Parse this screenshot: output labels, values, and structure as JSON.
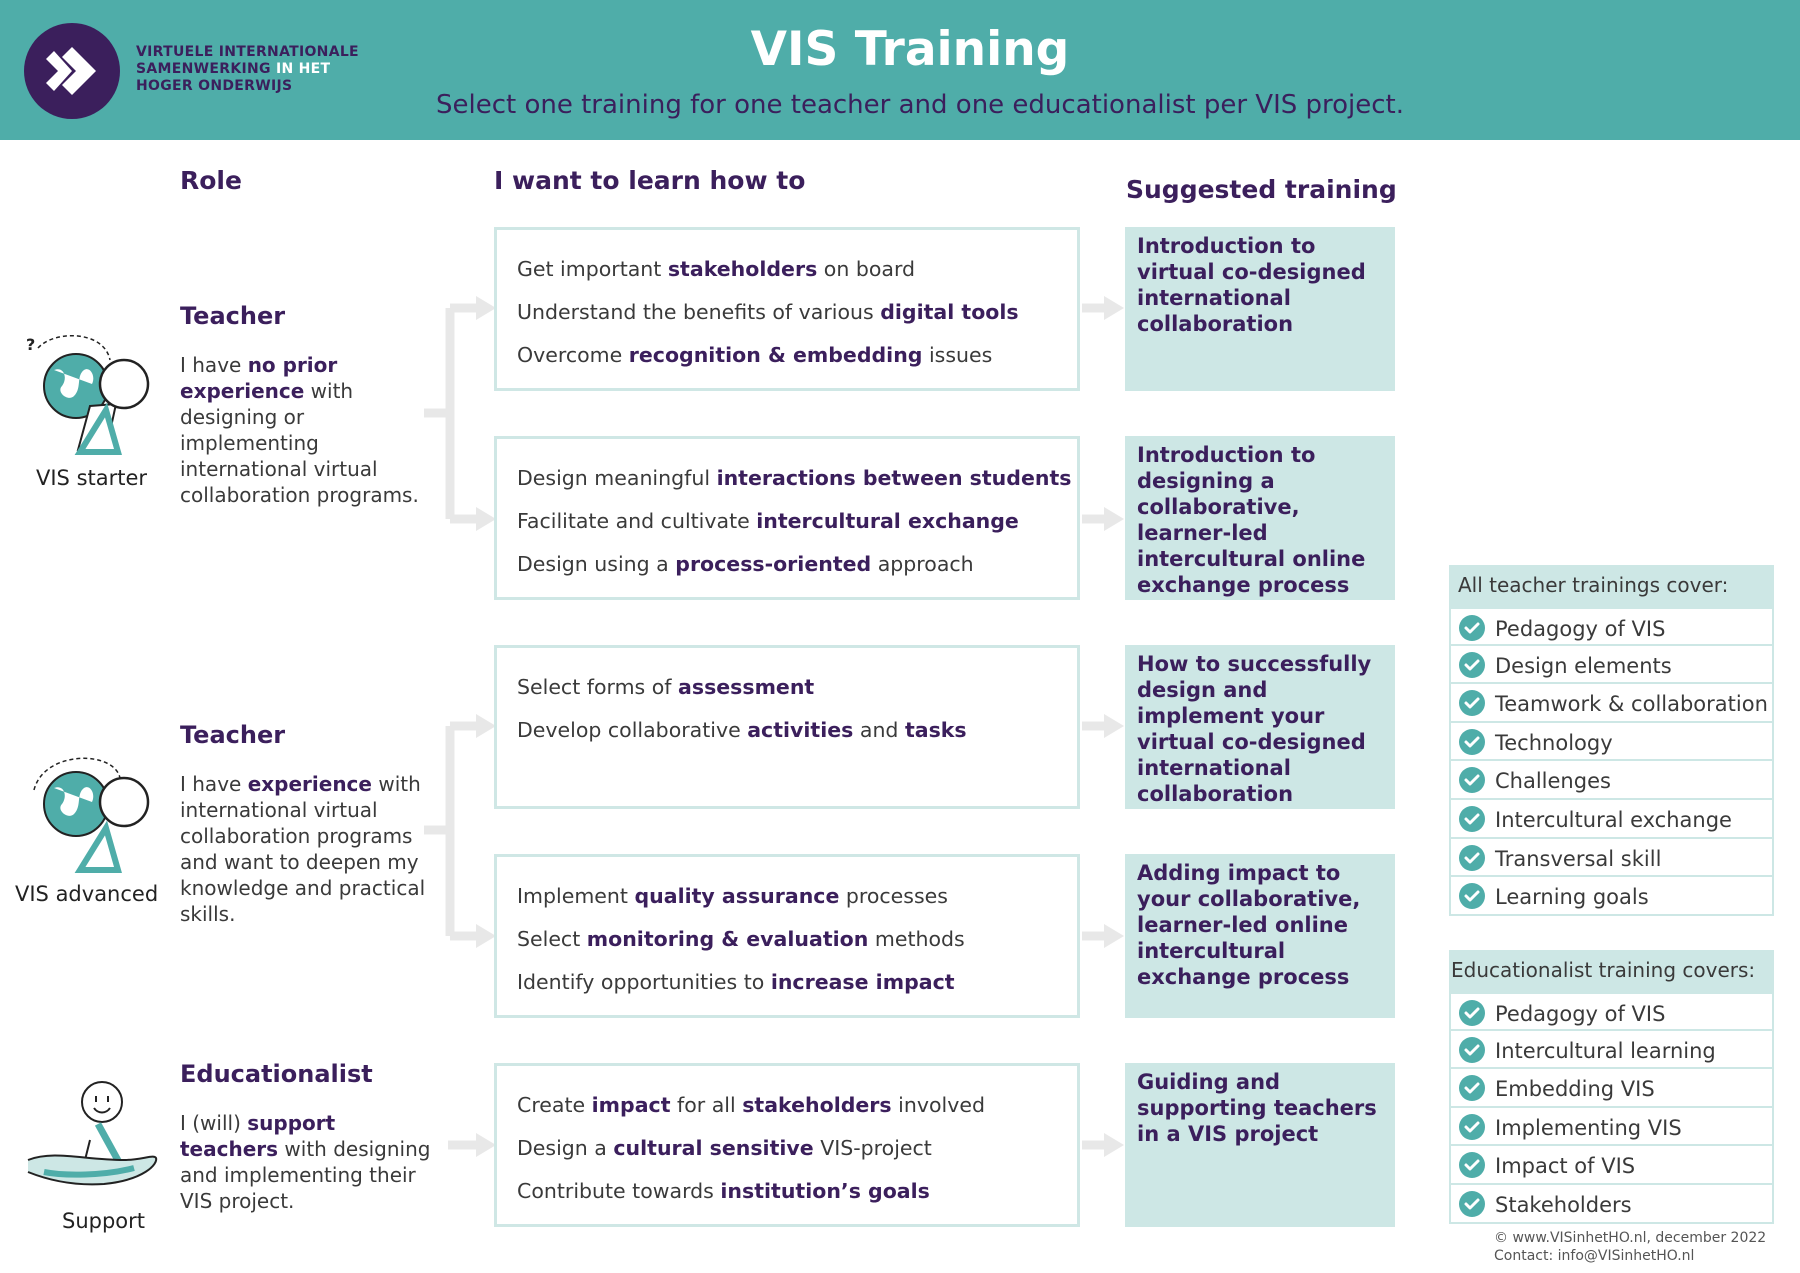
{
  "header": {
    "title": "VIS Training",
    "subtitle": "Select one training for one teacher and one educationalist per VIS project.",
    "org_line1": "VIRTUELE INTERNATIONALE",
    "org_line2_a": "SAMENWERKING",
    "org_line2_b": " IN HET",
    "org_line3": "HOGER ONDERWIJS"
  },
  "columns": {
    "role": "Role",
    "learn": "I want to learn how to",
    "training": "Suggested training"
  },
  "roles": [
    {
      "title": "Teacher",
      "icon_label": "VIS starter",
      "desc": [
        {
          "t": "I have "
        },
        {
          "b": "no prior experience"
        },
        {
          "t": " with designing or implementing international virtual collaboration programs."
        }
      ]
    },
    {
      "title": "Teacher",
      "icon_label": "VIS advanced",
      "desc": [
        {
          "t": "I have "
        },
        {
          "b": "experience"
        },
        {
          "t": " with international virtual collaboration programs and want to deepen my knowledge and practical skills."
        }
      ]
    },
    {
      "title": "Educationalist",
      "icon_label": "Support",
      "desc": [
        {
          "t": "I (will) "
        },
        {
          "b": "support teachers"
        },
        {
          "t": " with designing and implementing their VIS project."
        }
      ]
    }
  ],
  "learn_boxes": [
    [
      [
        {
          "t": "Get important "
        },
        {
          "b": "stakeholders"
        },
        {
          "t": " on board"
        }
      ],
      [
        {
          "t": "Understand the benefits of various "
        },
        {
          "b": "digital tools"
        }
      ],
      [
        {
          "t": "Overcome "
        },
        {
          "b": "recognition & embedding"
        },
        {
          "t": " issues"
        }
      ]
    ],
    [
      [
        {
          "t": "Design meaningful "
        },
        {
          "b": "interactions between students"
        }
      ],
      [
        {
          "t": "Facilitate and cultivate "
        },
        {
          "b": "intercultural exchange"
        }
      ],
      [
        {
          "t": "Design using a "
        },
        {
          "b": "process-oriented"
        },
        {
          "t": " approach"
        }
      ]
    ],
    [
      [
        {
          "t": "Select forms of "
        },
        {
          "b": "assessment"
        }
      ],
      [
        {
          "t": "Develop collaborative "
        },
        {
          "b": "activities"
        },
        {
          "t": " and "
        },
        {
          "b": "tasks"
        }
      ]
    ],
    [
      [
        {
          "t": "Implement "
        },
        {
          "b": "quality assurance"
        },
        {
          "t": " processes"
        }
      ],
      [
        {
          "t": "Select "
        },
        {
          "b": "monitoring & evaluation"
        },
        {
          "t": " methods"
        }
      ],
      [
        {
          "t": "Identify opportunities to "
        },
        {
          "b": "increase impact"
        }
      ]
    ],
    [
      [
        {
          "t": "Create "
        },
        {
          "b": "impact"
        },
        {
          "t": " for all "
        },
        {
          "b": "stakeholders"
        },
        {
          "t": " involved"
        }
      ],
      [
        {
          "t": "Design a "
        },
        {
          "b": "cultural sensitive"
        },
        {
          "t": " VIS-project"
        }
      ],
      [
        {
          "t": "Contribute towards "
        },
        {
          "b": "institution’s goals"
        }
      ]
    ]
  ],
  "trainings": [
    "Introduction to virtual co-designed international collaboration",
    "Introduction to designing a collaborative, learner-led intercultural online exchange process",
    "How to successfully design and implement your virtual co-designed international collaboration",
    "Adding impact to your collaborative, learner-led online intercultural exchange process",
    "Guiding and supporting teachers in a VIS project"
  ],
  "teacher_cover": {
    "heading": "All teacher trainings cover:",
    "items": [
      "Pedagogy of VIS",
      "Design elements",
      "Teamwork & collaboration",
      "Technology",
      "Challenges",
      "Intercultural exchange",
      "Transversal skill",
      "Learning goals"
    ]
  },
  "educationalist_cover": {
    "heading": "Educationalist training covers:",
    "items": [
      "Pedagogy of VIS",
      "Intercultural learning",
      "Embedding VIS",
      "Implementing VIS",
      "Impact of VIS",
      "Stakeholders"
    ]
  },
  "footer": {
    "line1": "© www.VISinhetHO.nl, december 2022",
    "line2": "Contact: info@VISinhetHO.nl"
  },
  "colors": {
    "teal": "#4fada9",
    "light_teal": "#cde7e5",
    "purple": "#3b1f5c"
  }
}
